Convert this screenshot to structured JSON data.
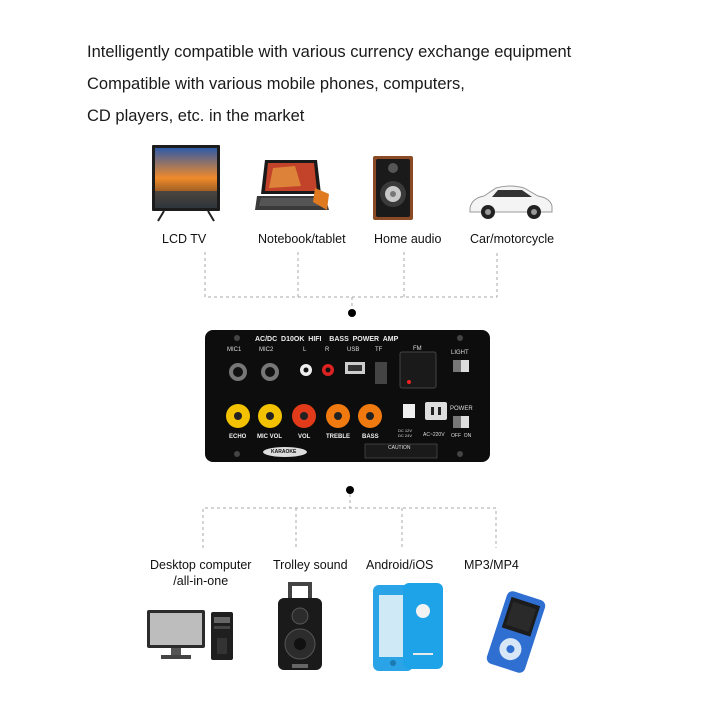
{
  "headline": {
    "line1": "Intelligently compatible with various currency exchange equipment",
    "line2": "Compatible with various mobile phones, computers,",
    "line3": "CD players, etc. in the market"
  },
  "top_devices": [
    {
      "label": "LCD TV",
      "icon": "lcd-tv-icon"
    },
    {
      "label": "Notebook/tablet",
      "icon": "laptop-icon"
    },
    {
      "label": "Home audio",
      "icon": "speaker-icon"
    },
    {
      "label": "Car/motorcycle",
      "icon": "car-icon"
    }
  ],
  "bottom_devices": [
    {
      "label_line1": "Desktop computer",
      "label_line2": "/all-in-one",
      "icon": "desktop-computer-icon"
    },
    {
      "label_line1": "Trolley sound",
      "label_line2": "",
      "icon": "trolley-speaker-icon"
    },
    {
      "label_line1": "Android/iOS",
      "label_line2": "",
      "icon": "phone-icon"
    },
    {
      "label_line1": "MP3/MP4",
      "label_line2": "",
      "icon": "mp3-player-icon"
    }
  ],
  "board": {
    "title": "AC/DC  D10OK  HIFI    BASS  POWER  AMP",
    "inputs": [
      "MIC1",
      "MIC2",
      "L",
      "R",
      "USB",
      "TF"
    ],
    "fm": "FM",
    "light": "LIGHT",
    "off_on": "OFF  ON",
    "power": "POWER",
    "knobs": [
      "ECHO",
      "MIC VOL",
      "VOL",
      "TREBLE",
      "BASS"
    ],
    "dc_label": "DC 12V\nDC 24V",
    "ac_label": "AC~220V",
    "brand": "KARAOKE",
    "caution": "CAUTION",
    "colors": {
      "panel": "#0d0d0d",
      "knob_yellow": "#f2c200",
      "knob_orange": "#f07a10",
      "knob_red": "#e23b1a"
    }
  }
}
